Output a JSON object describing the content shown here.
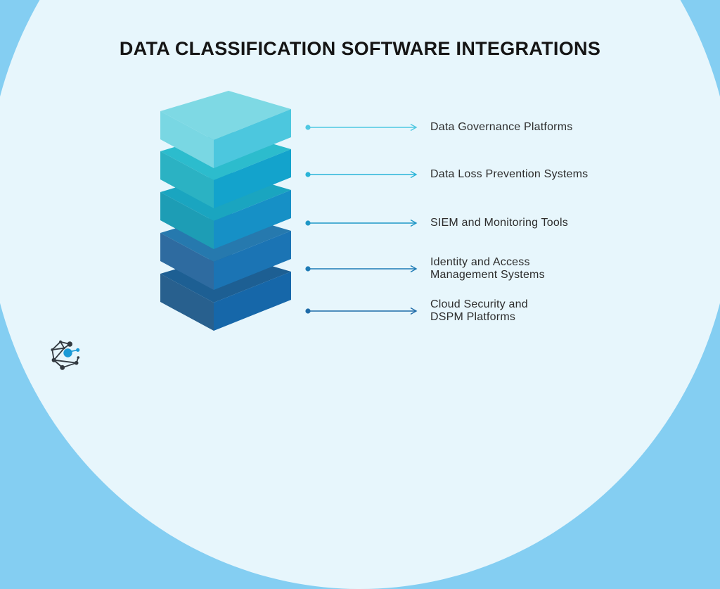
{
  "title": "DATA CLASSIFICATION SOFTWARE INTEGRATIONS",
  "theme": {
    "outer_background": "#84cef2",
    "inner_background": "#e7f6fc",
    "title_color": "#151515",
    "label_color": "#2d2d2d"
  },
  "stack": {
    "layers": [
      {
        "name": "layer-1",
        "top": "#7ed9e4",
        "left": "#79d7e3",
        "right": "#4cc7de"
      },
      {
        "name": "layer-2",
        "top": "#2cbccd",
        "left": "#2bb2c3",
        "right": "#13a3cc"
      },
      {
        "name": "layer-3",
        "top": "#1aa5c0",
        "left": "#1d9db5",
        "right": "#1690c6"
      },
      {
        "name": "layer-4",
        "top": "#2679ae",
        "left": "#2e6ba0",
        "right": "#1b74b4"
      },
      {
        "name": "layer-5",
        "top": "#1d5f93",
        "left": "#28608e",
        "right": "#1667a9"
      }
    ]
  },
  "rows": [
    {
      "label": "Data Governance Platforms",
      "arrow_color": "#4fc8e2"
    },
    {
      "label": "Data Loss Prevention Systems",
      "arrow_color": "#29b4d8"
    },
    {
      "label": "SIEM and Monitoring Tools",
      "arrow_color": "#1f97c6"
    },
    {
      "label": "Identity and Access\nManagement Systems",
      "arrow_color": "#1d7ab5"
    },
    {
      "label": "Cloud Security and\nDSPM Platforms",
      "arrow_color": "#1f6ba8"
    }
  ],
  "logo": {
    "name": "network-nodes-logo",
    "primary_color": "#1b9ad6",
    "dark_color": "#333a40"
  }
}
